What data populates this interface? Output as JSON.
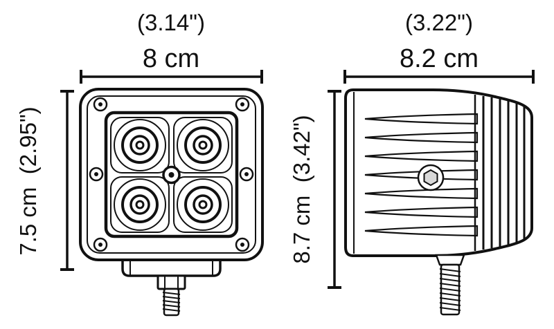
{
  "colors": {
    "line": "#111111",
    "background": "#ffffff",
    "hex_bolt_fill": "#d9d9d9"
  },
  "views": {
    "front": {
      "width_inches": "(3.14\")",
      "width_cm": "8 cm",
      "height_label": "7.5 cm  (2.95\")"
    },
    "side": {
      "width_inches": "(3.22\")",
      "width_cm": "8.2 cm",
      "height_label": "8.7 cm  (3.42\")"
    }
  }
}
